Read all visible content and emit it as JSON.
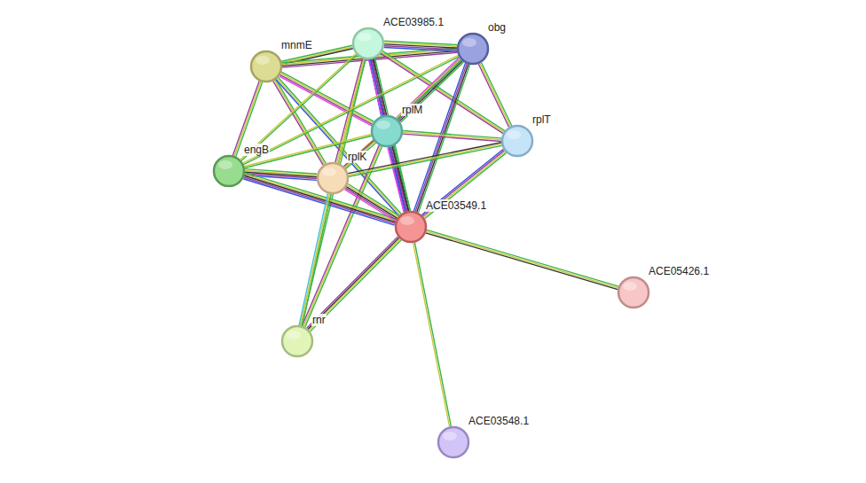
{
  "diagram": {
    "nodes": [
      {
        "text": [
          "mnmE"
        ]
      },
      {
        "text": [
          "ACE03985.1"
        ]
      },
      {
        "text": [
          "obg"
        ]
      },
      {
        "text": [
          "rplM"
        ]
      },
      {
        "text": [
          "rplT"
        ]
      },
      {
        "text": [
          "engB"
        ]
      },
      {
        "text": [
          "rplK"
        ]
      },
      {
        "text": [
          "ACE03549.1"
        ]
      },
      {
        "text": [
          "ACE05426.1"
        ]
      },
      {
        "text": [
          "rnr"
        ]
      },
      {
        "text": [
          "ACE03548.1"
        ]
      }
    ],
    "edges": [
      {
        "from": 0,
        "to": 1,
        "arrow": "none"
      },
      {
        "from": 0,
        "to": 2,
        "arrow": "none"
      },
      {
        "from": 0,
        "to": 3,
        "arrow": "none"
      },
      {
        "from": 0,
        "to": 5,
        "arrow": "none"
      },
      {
        "from": 0,
        "to": 6,
        "arrow": "none"
      },
      {
        "from": 0,
        "to": 7,
        "arrow": "none"
      },
      {
        "from": 1,
        "to": 2,
        "arrow": "none"
      },
      {
        "from": 1,
        "to": 3,
        "arrow": "none"
      },
      {
        "from": 1,
        "to": 4,
        "arrow": "none"
      },
      {
        "from": 1,
        "to": 5,
        "arrow": "none"
      },
      {
        "from": 1,
        "to": 6,
        "arrow": "none"
      },
      {
        "from": 1,
        "to": 7,
        "arrow": "none"
      },
      {
        "from": 1,
        "to": 9,
        "arrow": "none"
      },
      {
        "from": 2,
        "to": 3,
        "arrow": "none"
      },
      {
        "from": 2,
        "to": 4,
        "arrow": "none"
      },
      {
        "from": 2,
        "to": 6,
        "arrow": "none"
      },
      {
        "from": 2,
        "to": 7,
        "arrow": "none"
      },
      {
        "from": 2,
        "to": 5,
        "arrow": "none"
      },
      {
        "from": 3,
        "to": 4,
        "arrow": "none"
      },
      {
        "from": 3,
        "to": 5,
        "arrow": "none"
      },
      {
        "from": 3,
        "to": 6,
        "arrow": "none"
      },
      {
        "from": 3,
        "to": 7,
        "arrow": "none"
      },
      {
        "from": 3,
        "to": 9,
        "arrow": "none"
      },
      {
        "from": 4,
        "to": 6,
        "arrow": "none"
      },
      {
        "from": 4,
        "to": 7,
        "arrow": "none"
      },
      {
        "from": 5,
        "to": 6,
        "arrow": "none"
      },
      {
        "from": 5,
        "to": 7,
        "arrow": "none"
      },
      {
        "from": 6,
        "to": 7,
        "arrow": "none"
      },
      {
        "from": 6,
        "to": 9,
        "arrow": "none"
      },
      {
        "from": 7,
        "to": 9,
        "arrow": "none"
      },
      {
        "from": 7,
        "to": 8,
        "arrow": "none"
      },
      {
        "from": 7,
        "to": 10,
        "arrow": "none"
      }
    ]
  }
}
